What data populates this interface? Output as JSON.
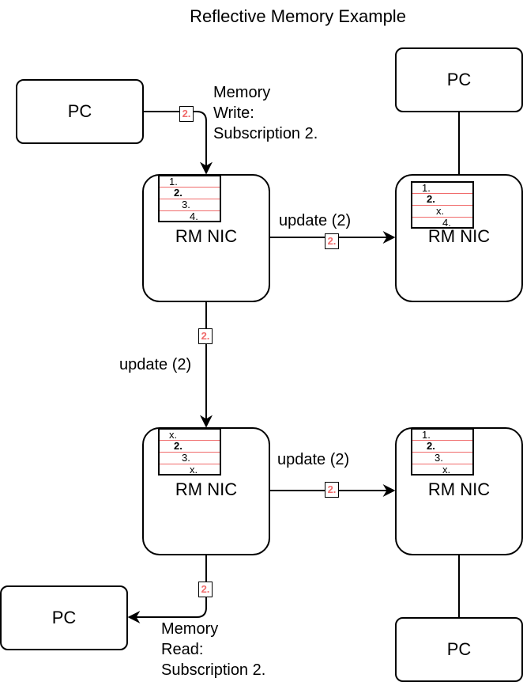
{
  "title": "Reflective Memory Example",
  "pc_label": "PC",
  "nic_label": "RM NIC",
  "write_label": [
    "Memory",
    "Write:",
    "Subscription 2."
  ],
  "read_label": [
    "Memory",
    "Read:",
    "Subscription 2."
  ],
  "update_label": "update (2)",
  "badge": "2.",
  "tables": {
    "nic1": [
      "1.",
      "2.",
      "3.",
      "4."
    ],
    "nic2": [
      "1.",
      "2.",
      "x.",
      "4."
    ],
    "nic3": [
      "x.",
      "2.",
      "3.",
      "x."
    ],
    "nic4": [
      "1.",
      "2.",
      "3.",
      "x."
    ]
  },
  "colors": {
    "badge_text": "#f06b6b",
    "separator": "#f06b6b",
    "stroke": "#000000"
  }
}
